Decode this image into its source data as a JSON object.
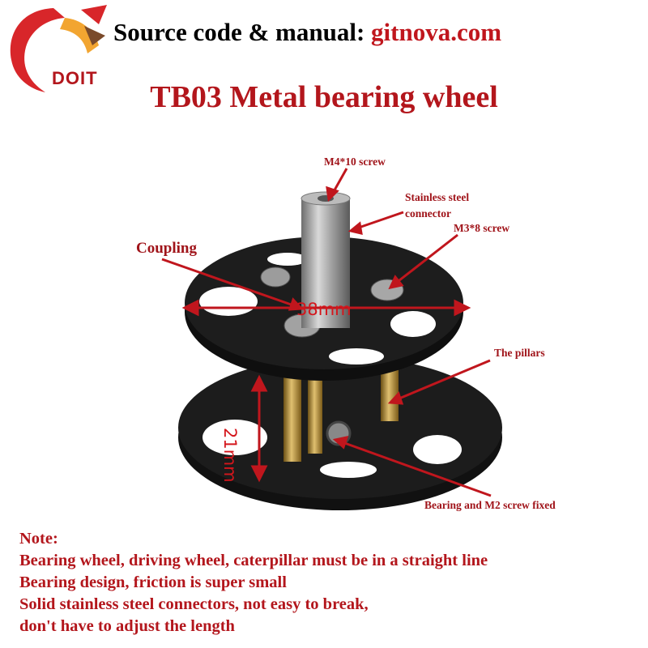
{
  "header": {
    "prefix": "Source code & manual: ",
    "url": "gitnova.com"
  },
  "logo": {
    "text": "DOIT"
  },
  "title": "TB03 Metal bearing wheel",
  "labels": {
    "m4_screw": "M4*10 screw",
    "connector_line1": "Stainless steel",
    "connector_line2": "connector",
    "m3_screw": "M3*8 screw",
    "coupling": "Coupling",
    "diameter": "38mm",
    "pillars": "The pillars",
    "height": "21mm",
    "bearing": "Bearing and M2 screw fixed"
  },
  "notes": {
    "heading": "Note:",
    "lines": [
      "Bearing wheel, driving wheel, caterpillar must be in a straight line",
      "Bearing design, friction is super small",
      "Solid stainless steel connectors, not easy to break,",
      "don't have to adjust the length"
    ]
  },
  "colors": {
    "accent": "#b3161c",
    "logo_red": "#d8262a",
    "logo_orange": "#f2a531"
  }
}
